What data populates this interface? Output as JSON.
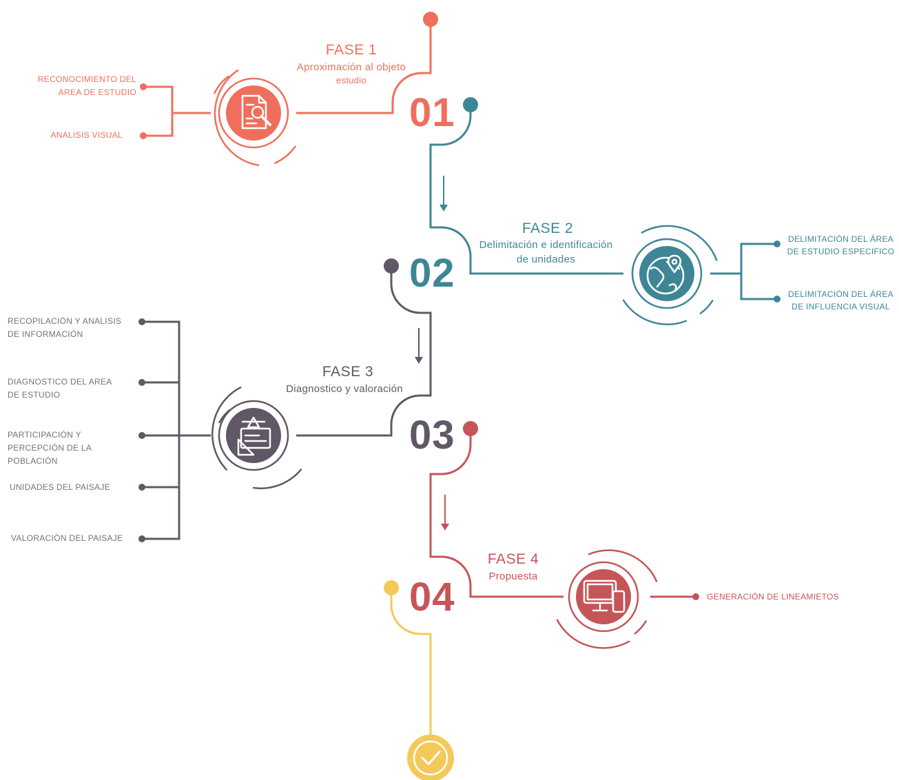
{
  "colors": {
    "phase1": "#ef6f5c",
    "phase2": "#3e8696",
    "phase3": "#605866",
    "phase4": "#c65558",
    "final": "#f3c95a"
  },
  "phases": [
    {
      "number": "01",
      "title": "FASE 1",
      "subtitle_lines": [
        "Aproximación al objeto",
        "estudio"
      ],
      "icon": "document-search-icon",
      "items": [
        "RECONOCIMIENTO DEL AREA DE ESTUDIO",
        "ANALISIS VISUAL"
      ]
    },
    {
      "number": "02",
      "title": "FASE 2",
      "subtitle_lines": [
        "Delimitación e identificación",
        "de unidades"
      ],
      "icon": "globe-location-icon",
      "items": [
        "DELIMITACIÓN DEL ÁREA DE ESTUDIO ESPECIFICO",
        "DELIMITACIÓN DEL ÁREA DE INFLUENCIA VISUAL"
      ]
    },
    {
      "number": "03",
      "title": "FASE 3",
      "subtitle_lines": [
        "Diagnostico y valoración"
      ],
      "icon": "design-tools-icon",
      "items": [
        "RECOPILACIÓN Y ANALISIS DE INFORMACIÓN",
        "DIAGNOSTICO DEL AREA DE ESTUDIO",
        "PARTICIPACIÓN Y PERCEPCIÓN DE LA POBLACIÓN",
        "UNIDADES DEL PAISAJE",
        "VALORACIÓN DEL PAISAJE"
      ]
    },
    {
      "number": "04",
      "title": "FASE 4",
      "subtitle_lines": [
        "Propuesta"
      ],
      "icon": "computer-devices-icon",
      "items": [
        "GENERACIÓN DE LINEAMIETOS"
      ]
    }
  ],
  "final_icon": "checkmark-icon"
}
